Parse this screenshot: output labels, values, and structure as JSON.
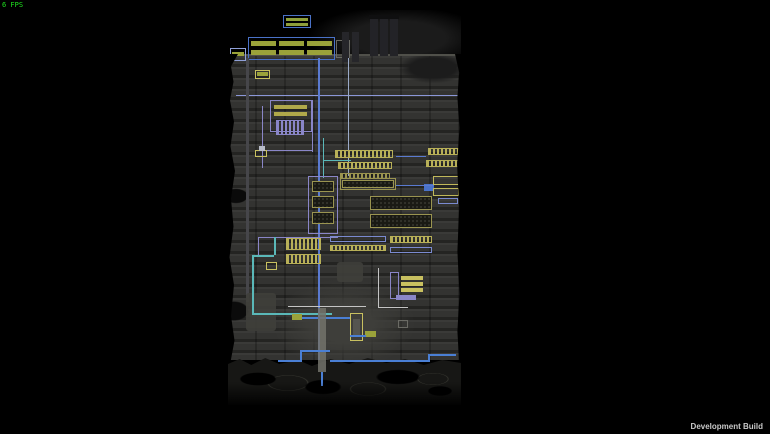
{
  "hud": {
    "fps_counter": "6 FPS",
    "build_label": "Development Build"
  },
  "colors": {
    "background": "#000000",
    "fps_text": "#1ee31e",
    "build_text": "#c9c9c9",
    "terrain_base": "#333331",
    "wire_blue": "#5a7ad0",
    "pipe_blue": "#4a7fd4",
    "wire_periwinkle": "#8b97d8",
    "wire_purple": "#8a86c8",
    "wire_teal": "#5ab8b8",
    "wire_white": "#c4c4c4",
    "highlight_yellow": "#b8b058",
    "sensor_green": "#9aa23a",
    "structure_blue": "#4a72c8"
  },
  "map": {
    "description": "Oxygen Not Included colony in darkened overlay view: solar panels and smokestacks on the surface, automation wires, conveyor rails, storage bins and liquid pipes descending to a rocky cavern",
    "shapes": [
      [
        55,
        5,
        28,
        13,
        "o",
        "#4a72c8",
        "solar-panel"
      ],
      [
        58,
        8,
        22,
        3,
        "f",
        "#8fa03a",
        "solar-panel-cell"
      ],
      [
        58,
        13,
        22,
        3,
        "f",
        "#8fa03a",
        "solar-panel-cell"
      ],
      [
        20,
        27,
        87,
        23,
        "o",
        "#4a72c8",
        "solar-panel-array"
      ],
      [
        23,
        31,
        25,
        5,
        "f",
        "#9aa23a",
        "solar-panel-cell"
      ],
      [
        51,
        31,
        25,
        5,
        "f",
        "#9aa23a",
        "solar-panel-cell"
      ],
      [
        79,
        31,
        25,
        5,
        "f",
        "#9aa23a",
        "solar-panel-cell"
      ],
      [
        23,
        40,
        25,
        5,
        "f",
        "#9aa23a",
        "solar-panel-cell"
      ],
      [
        51,
        40,
        25,
        5,
        "f",
        "#9aa23a",
        "solar-panel-cell"
      ],
      [
        79,
        40,
        25,
        5,
        "f",
        "#9aa23a",
        "solar-panel-cell"
      ],
      [
        2,
        38,
        16,
        13,
        "o",
        "#8fa0d8",
        "battery-box"
      ],
      [
        4,
        42,
        12,
        4,
        "f",
        "#9aa23a",
        "battery-charge-bar"
      ],
      [
        108,
        30,
        14,
        18,
        "o",
        "#6a6a64",
        "surface-structure"
      ],
      [
        114,
        22,
        7,
        30,
        "tower",
        "#26262a",
        "smokestack"
      ],
      [
        124,
        22,
        7,
        30,
        "tower",
        "#26262a",
        "smokestack"
      ],
      [
        142,
        8,
        8,
        38,
        "tower",
        "#232327",
        "smokestack"
      ],
      [
        152,
        8,
        8,
        38,
        "tower",
        "#232327",
        "smokestack"
      ],
      [
        162,
        8,
        8,
        38,
        "tower",
        "#232327",
        "smokestack"
      ],
      [
        141,
        5,
        10,
        4,
        "f",
        "#0f0f10",
        "smokestack-cap"
      ],
      [
        151,
        5,
        10,
        4,
        "f",
        "#0f0f10",
        "smokestack-cap"
      ],
      [
        161,
        5,
        10,
        4,
        "f",
        "#0f0f10",
        "smokestack-cap"
      ],
      [
        8,
        85,
        222,
        1,
        "f",
        "#8b97d8",
        "automation-wire"
      ],
      [
        90,
        48,
        2,
        302,
        "f",
        "#5a7ad0",
        "main-wire-spine"
      ],
      [
        120,
        48,
        1,
        118,
        "f",
        "#9aaac8",
        "wire"
      ],
      [
        18,
        48,
        3,
        244,
        "f",
        "#46464a",
        "ladder-shaft"
      ],
      [
        42,
        90,
        42,
        32,
        "o",
        "#8a86c8",
        "automation-loop"
      ],
      [
        46,
        95,
        33,
        4,
        "f",
        "#b0a84a",
        "conveyor-rail"
      ],
      [
        46,
        102,
        33,
        4,
        "f",
        "#b0a84a",
        "conveyor-rail"
      ],
      [
        48,
        110,
        28,
        15,
        "comb",
        "#8a86c8",
        "wire-bundle"
      ],
      [
        27,
        60,
        15,
        9,
        "o",
        "#c8c060",
        "sensor-box"
      ],
      [
        29,
        62,
        11,
        4,
        "f",
        "#9aa23a",
        "sensor"
      ],
      [
        34,
        96,
        1,
        62,
        "f",
        "#8a86c8",
        "wire"
      ],
      [
        34,
        140,
        50,
        1,
        "f",
        "#8a86c8",
        "wire"
      ],
      [
        84,
        90,
        1,
        52,
        "f",
        "#8a86c8",
        "wire"
      ],
      [
        27,
        140,
        12,
        7,
        "o",
        "#c8c060",
        "sensor-box"
      ],
      [
        31,
        136,
        6,
        5,
        "f",
        "#b8bcc8",
        "wire-bridge"
      ],
      [
        95,
        128,
        1,
        40,
        "f",
        "#5ab8b8",
        "wire-teal"
      ],
      [
        95,
        150,
        28,
        1,
        "f",
        "#5ab8b8",
        "wire-teal"
      ],
      [
        107,
        140,
        58,
        8,
        "comb",
        "#b8b058",
        "conveyor-row"
      ],
      [
        200,
        138,
        31,
        7,
        "comb",
        "#b8b058",
        "conveyor-row"
      ],
      [
        110,
        152,
        54,
        7,
        "comb",
        "#b8b058",
        "conveyor-row"
      ],
      [
        198,
        150,
        33,
        7,
        "comb",
        "#b8b058",
        "conveyor-row"
      ],
      [
        168,
        146,
        30,
        1,
        "f",
        "#5a7ad0",
        "wire"
      ],
      [
        112,
        163,
        50,
        6,
        "comb",
        "#9a9450",
        "conveyor-row"
      ],
      [
        196,
        174,
        10,
        7,
        "f",
        "#4a72c8",
        "valve"
      ],
      [
        205,
        166,
        26,
        9,
        "o",
        "#c0b85a",
        "storage-row"
      ],
      [
        205,
        178,
        26,
        8,
        "o",
        "#c0b85a",
        "storage-row"
      ],
      [
        80,
        166,
        30,
        58,
        "o",
        "#8a86c8",
        "automation-column"
      ],
      [
        84,
        171,
        22,
        11,
        "dots",
        "#9a9450",
        "storage-bin"
      ],
      [
        84,
        186,
        22,
        12,
        "dots",
        "#9a9450",
        "storage-bin"
      ],
      [
        84,
        202,
        22,
        12,
        "dots",
        "#9a9450",
        "storage-bin"
      ],
      [
        112,
        168,
        56,
        12,
        "o",
        "#9a9450",
        "storage-row"
      ],
      [
        114,
        170,
        52,
        8,
        "dots",
        "#9a9450",
        "storage-bin"
      ],
      [
        142,
        186,
        62,
        14,
        "dots",
        "#9a9450",
        "storage-bin"
      ],
      [
        142,
        204,
        62,
        14,
        "dots",
        "#9a9450",
        "storage-bin"
      ],
      [
        168,
        175,
        38,
        1,
        "f",
        "#5a7ad0",
        "wire"
      ],
      [
        210,
        188,
        20,
        6,
        "o",
        "#7a8ad0",
        "wire-box"
      ],
      [
        58,
        228,
        35,
        12,
        "comb",
        "#b8b058",
        "radiant-pipe-coil"
      ],
      [
        58,
        244,
        35,
        10,
        "comb",
        "#b8b058",
        "radiant-pipe-coil"
      ],
      [
        30,
        227,
        80,
        1,
        "f",
        "#8a86c8",
        "wire"
      ],
      [
        30,
        227,
        1,
        20,
        "f",
        "#8a86c8",
        "wire"
      ],
      [
        102,
        226,
        56,
        6,
        "o",
        "#7a8ad0",
        "pipe-run"
      ],
      [
        102,
        235,
        56,
        6,
        "comb",
        "#b8b058",
        "conveyor-row"
      ],
      [
        162,
        226,
        42,
        7,
        "comb",
        "#b8b058",
        "conveyor-row"
      ],
      [
        162,
        237,
        42,
        6,
        "o",
        "#7a8ad0",
        "pipe-run"
      ],
      [
        38,
        252,
        11,
        8,
        "o",
        "#c8c060",
        "sensor-box"
      ],
      [
        18,
        283,
        30,
        38,
        "patch",
        "#3f3f3b",
        "tile-patch"
      ],
      [
        109,
        252,
        26,
        20,
        "patch",
        "#3f3f3b",
        "tile-patch"
      ],
      [
        162,
        262,
        9,
        27,
        "o",
        "#8a86c8",
        "automation-column"
      ],
      [
        173,
        266,
        22,
        4,
        "f",
        "#c8c060",
        "radiant-pipe"
      ],
      [
        173,
        272,
        22,
        4,
        "f",
        "#c8c060",
        "radiant-pipe"
      ],
      [
        173,
        278,
        22,
        4,
        "f",
        "#c8c060",
        "radiant-pipe"
      ],
      [
        168,
        285,
        20,
        5,
        "f",
        "#8a86c8",
        "wire"
      ],
      [
        150,
        258,
        1,
        40,
        "f",
        "#c4c4c4",
        "wire-white"
      ],
      [
        150,
        297,
        30,
        1,
        "f",
        "#c4c4c4",
        "wire-white"
      ],
      [
        46,
        227,
        2,
        18,
        "f",
        "#5ab8b8",
        "wire-teal"
      ],
      [
        24,
        245,
        2,
        60,
        "f",
        "#5ab8b8",
        "wire-teal"
      ],
      [
        24,
        245,
        22,
        2,
        "f",
        "#5ab8b8",
        "wire-teal"
      ],
      [
        24,
        303,
        80,
        2,
        "f",
        "#5ab8b8",
        "wire-teal"
      ],
      [
        60,
        296,
        78,
        1,
        "f",
        "#c4c4c4",
        "wire-white"
      ],
      [
        64,
        304,
        10,
        6,
        "f",
        "#9aa23a",
        "pipe-sensor"
      ],
      [
        74,
        307,
        48,
        2,
        "f",
        "#4a7fd4",
        "liquid-pipe"
      ],
      [
        122,
        303,
        13,
        28,
        "o",
        "#c8c060",
        "pump-outline"
      ],
      [
        125,
        309,
        7,
        16,
        "f",
        "#555550",
        "pump-body"
      ],
      [
        137,
        321,
        11,
        6,
        "f",
        "#9aa23a",
        "pipe-sensor"
      ],
      [
        122,
        325,
        16,
        2,
        "f",
        "#4a7fd4",
        "liquid-pipe"
      ],
      [
        90,
        298,
        8,
        64,
        "ladder",
        "#73736b",
        "ladder"
      ],
      [
        72,
        340,
        30,
        2,
        "f",
        "#4a7fd4",
        "liquid-pipe"
      ],
      [
        72,
        340,
        2,
        12,
        "f",
        "#4a7fd4",
        "liquid-pipe"
      ],
      [
        50,
        350,
        24,
        2,
        "f",
        "#4a7fd4",
        "liquid-pipe"
      ],
      [
        102,
        350,
        100,
        2,
        "f",
        "#4a7fd4",
        "liquid-pipe"
      ],
      [
        200,
        344,
        2,
        8,
        "f",
        "#4a7fd4",
        "liquid-pipe"
      ],
      [
        200,
        344,
        28,
        2,
        "f",
        "#4a7fd4",
        "liquid-pipe"
      ],
      [
        93,
        362,
        2,
        14,
        "f",
        "#4a7fd4",
        "liquid-pipe"
      ],
      [
        170,
        310,
        10,
        8,
        "o",
        "#6a6a64",
        "vent"
      ]
    ]
  }
}
